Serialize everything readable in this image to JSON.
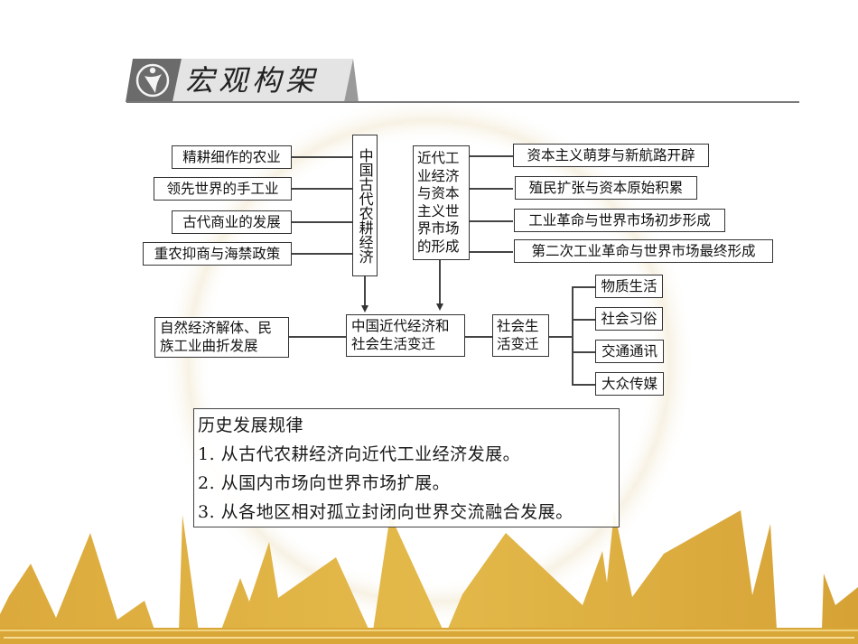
{
  "header": {
    "title": "宏观构架",
    "logo_icon": "person-circle-icon"
  },
  "colors": {
    "gold": "#d9a93a",
    "gold_light": "#eac75e",
    "header_gray": "#6b6b6b",
    "header_band": "#e6e6e6",
    "border": "#333333"
  },
  "diagram": {
    "ancient_economy": {
      "title": "中国古代农耕经济",
      "items": [
        "精耕细作的农业",
        "领先世界的手工业",
        "古代商业的发展",
        "重农抑商与海禁政策"
      ]
    },
    "modern_world": {
      "title_lines": [
        "近代工",
        "业经济",
        "与资本",
        "主义世",
        "界市场",
        "的形成"
      ],
      "items": [
        "资本主义萌芽与新航路开辟",
        "殖民扩张与资本原始积累",
        "工业革命与世界市场初步形成",
        "第二次工业革命与世界市场最终形成"
      ]
    },
    "center": {
      "lines": [
        "中国近代经济和",
        "社会生活变迁"
      ]
    },
    "left": {
      "lines": [
        "自然经济解体、民",
        "族工业曲折发展"
      ]
    },
    "social": {
      "lines": [
        "社会生",
        "活变迁"
      ],
      "items": [
        "物质生活",
        "社会习俗",
        "交通通讯",
        "大众传媒"
      ]
    }
  },
  "laws": {
    "title": "历史发展规律",
    "items": [
      "1. 从古代农耕经济向近代工业经济发展。",
      "2. 从国内市场向世界市场扩展。",
      "3. 从各地区相对孤立封闭向世界交流融合发展。"
    ]
  }
}
